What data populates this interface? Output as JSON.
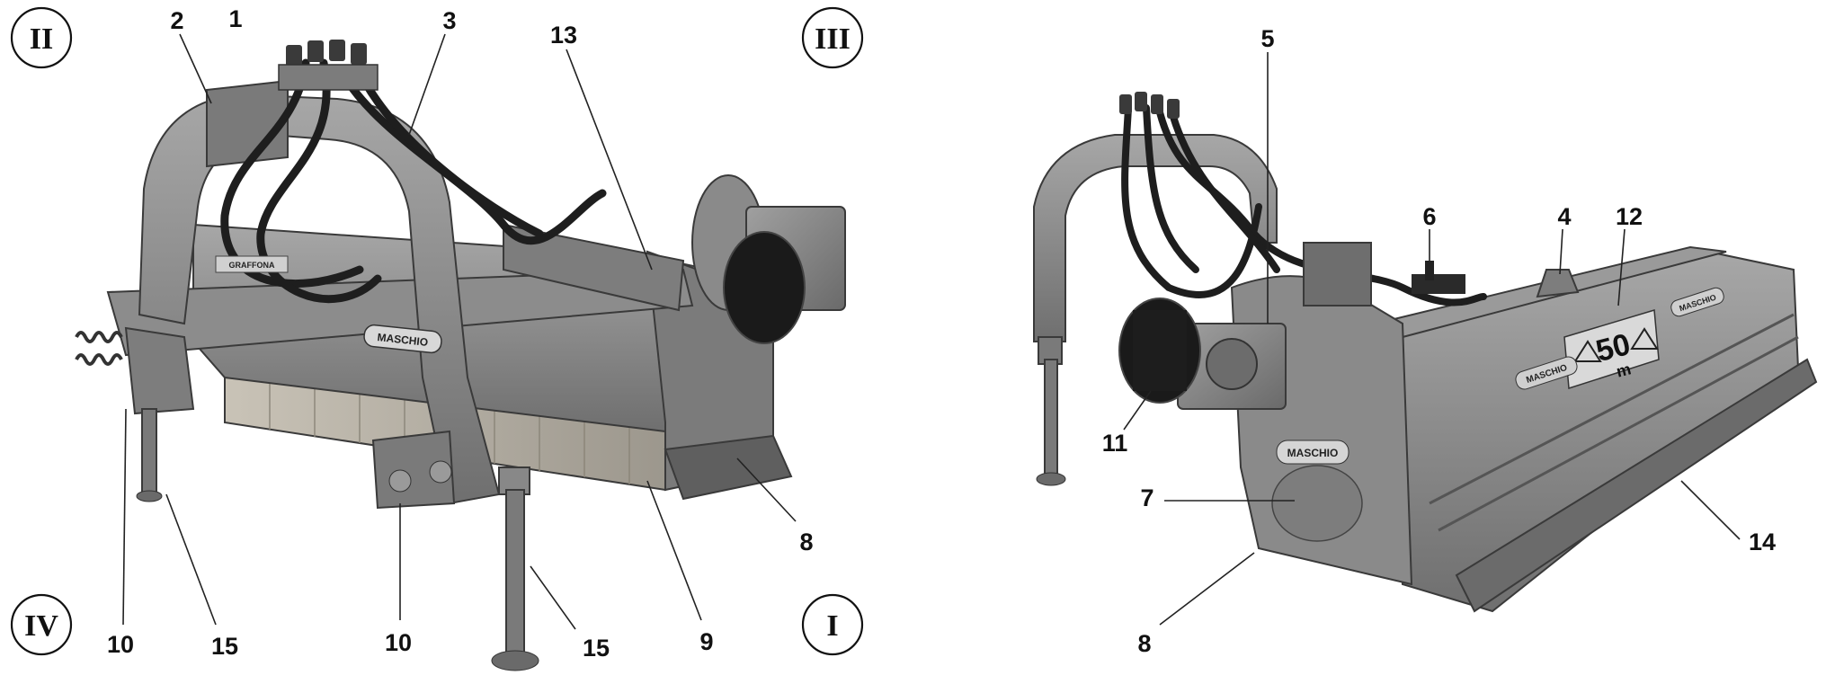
{
  "roman_markers": {
    "top_left": "II",
    "top_right": "III",
    "bottom_left": "IV",
    "bottom_right": "I"
  },
  "callouts": {
    "left": {
      "c1": "1",
      "c2": "2",
      "c3": "3",
      "c13": "13",
      "c8": "8",
      "c9": "9",
      "c10a": "10",
      "c15a": "15",
      "c10b": "10",
      "c15b": "15"
    },
    "right": {
      "c5": "5",
      "c6": "6",
      "c4": "4",
      "c12": "12",
      "c11": "11",
      "c7": "7",
      "c14": "14",
      "c8": "8"
    }
  },
  "decals": {
    "brand": "MASCHIO",
    "model": "GRAFFONA",
    "distance_value": "50",
    "distance_unit": "m"
  },
  "colors": {
    "machine_body": "#8f8f8f",
    "machine_dark": "#5e5e5e",
    "hose": "#1e1e1e",
    "roller_panel": "#b9b3a7"
  }
}
